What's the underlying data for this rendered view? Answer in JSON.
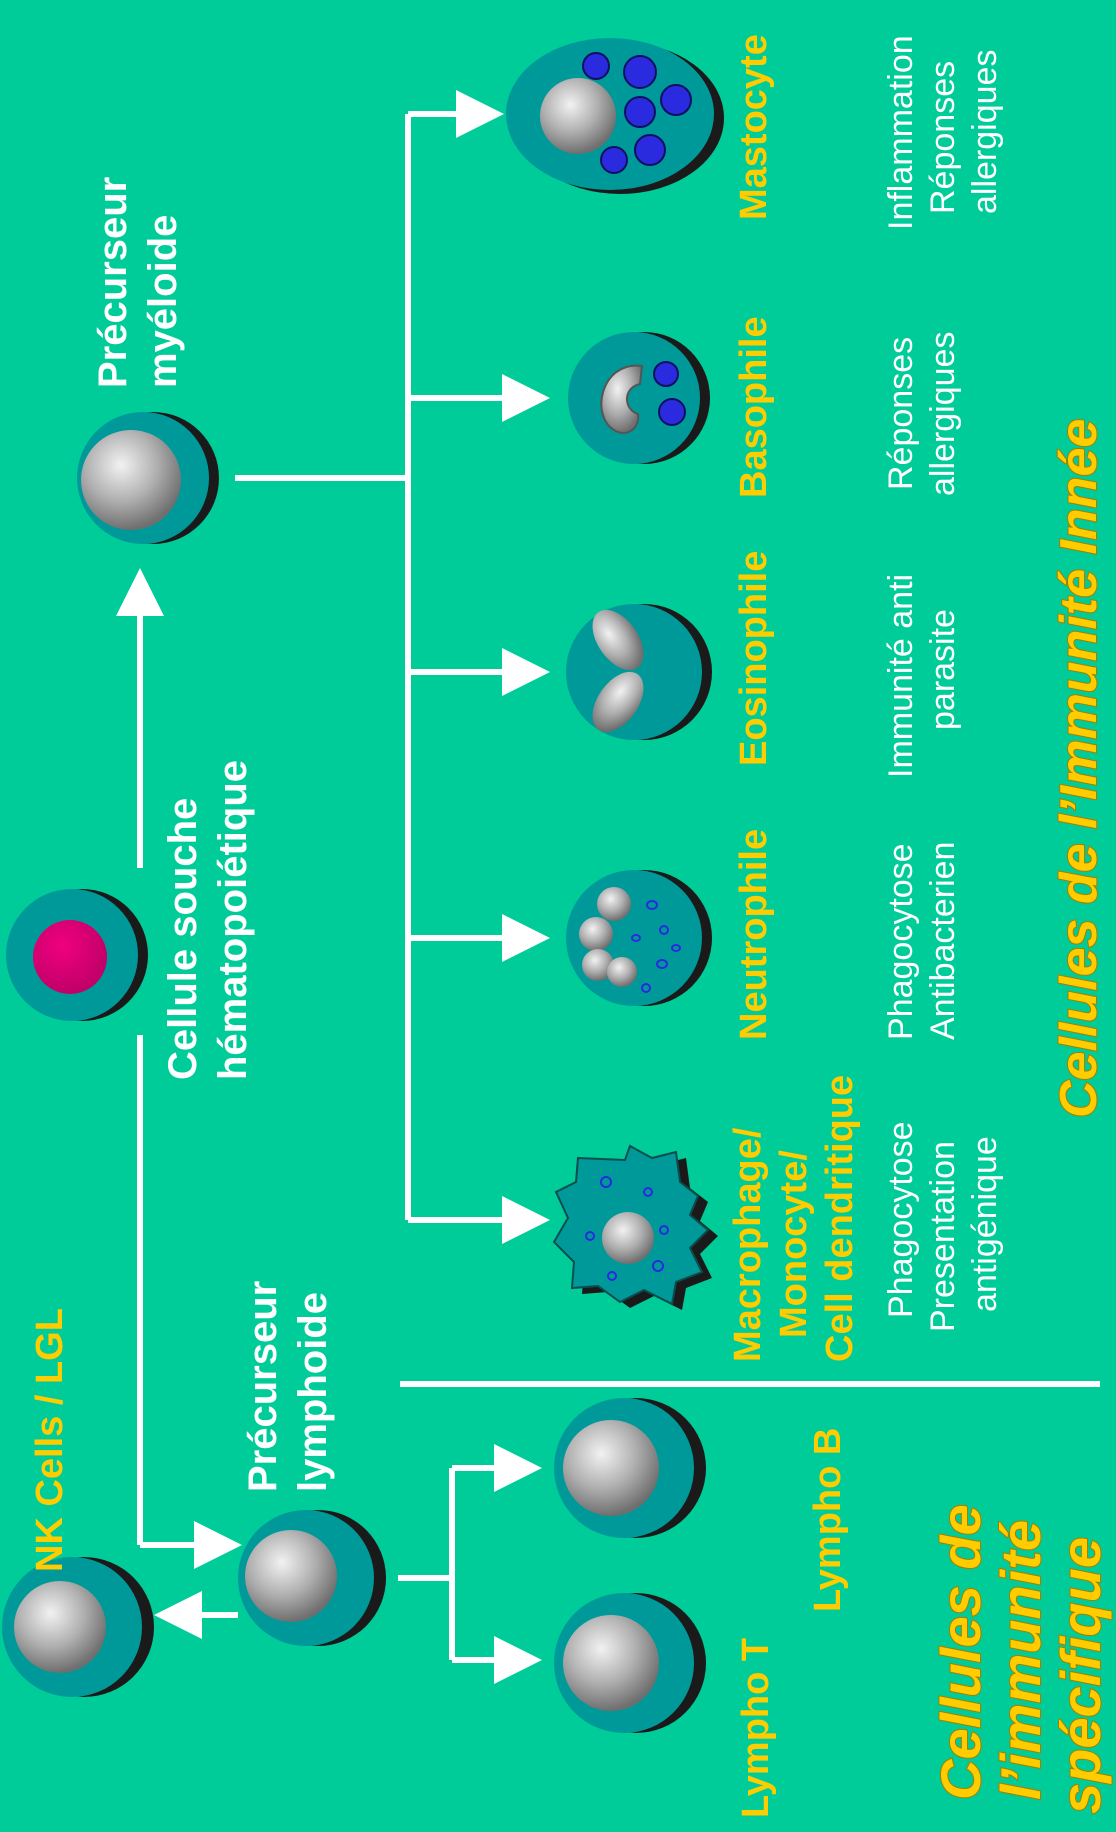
{
  "colors": {
    "background": "#00cc99",
    "cell_body": "#009999",
    "cell_shadow": "#1a1a1a",
    "label_white": "#ffffff",
    "label_yellow": "#ffcc00",
    "stem_nucleus": "#e0007a",
    "granule": "#2a2adf"
  },
  "labels": {
    "stem_cell": [
      "Cellule souche",
      "hématopoiétique"
    ],
    "myeloid_precursor": [
      "Précurseur",
      "myéloide"
    ],
    "lymphoid_precursor": [
      "Précurseur",
      "lymphoide"
    ],
    "nk": "NK Cells / LGL",
    "lympho_t": "Lympho T",
    "lympho_b": "Lympho B",
    "macrophage": [
      "Macrophage/",
      "Monocyte/",
      "Cell dendritique"
    ],
    "neutrophile": "Neutrophile",
    "eosinophile": "Eosinophile",
    "basophile": "Basophile",
    "mastocyte": "Mastocyte"
  },
  "functions": {
    "macrophage": [
      "Phagocytose",
      "Presentation",
      "antigénique"
    ],
    "neutrophile": [
      "Phagocytose",
      "Antibacterien"
    ],
    "eosinophile": [
      "Immunité anti",
      "parasite"
    ],
    "basophile": [
      "Réponses",
      "allergiques"
    ],
    "mastocyte": [
      "Inflammation",
      "Réponses",
      "allergiques"
    ]
  },
  "group_titles": {
    "innate": "Cellules de l’Immunité Innée",
    "specific": [
      "Cellules de",
      "l’immunité",
      "spécifique"
    ]
  }
}
